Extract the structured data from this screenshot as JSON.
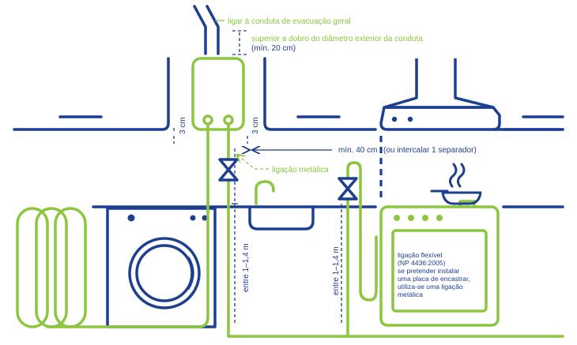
{
  "colors": {
    "blue": "#1d3f8f",
    "green": "#8cc63f",
    "gray": "#c8d0de",
    "background": "#ffffff"
  },
  "labels": {
    "exhaust_connection": "ligar à conduta de evacuação geral",
    "clearance_line1": "superior a dobro do diâmetro exterior da conduta",
    "clearance_line2": "(mín. 20 cm)",
    "side_gap_left": "3 cm",
    "side_gap_right": "3 cm",
    "min_distance": "mín. 40 cm",
    "separator_note": "(ou intercalar 1 separador)",
    "metal_connection": "ligação metálica",
    "height_left": "entre 1–1,4 m",
    "height_right": "entre 1–1,4 m"
  },
  "oven_note": {
    "lines": [
      "ligação flexível",
      "(NP 4436:2005)",
      "se pretender instalar",
      "uma placa de encastrar,",
      "utiliza-se uma ligação",
      "metálica"
    ]
  },
  "icons": [
    "water-heater-icon",
    "valve-icon",
    "tap-icon",
    "washing-machine-icon",
    "range-hood-icon",
    "pan-icon",
    "oven-icon",
    "gas-hose-coil-icon"
  ]
}
